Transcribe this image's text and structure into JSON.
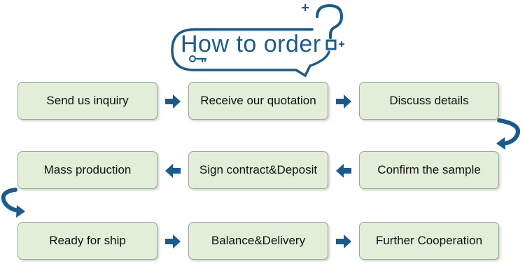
{
  "title": "How to order",
  "accent_color": "#1a5b8e",
  "box_fill": "#e2eed8",
  "steps": [
    "Send us inquiry",
    "Receive our quotation",
    "Discuss details",
    "Confirm the sample",
    "Sign contract&Deposit",
    "Mass production",
    "Ready for ship",
    "Balance&Delivery",
    "Further Cooperation"
  ]
}
